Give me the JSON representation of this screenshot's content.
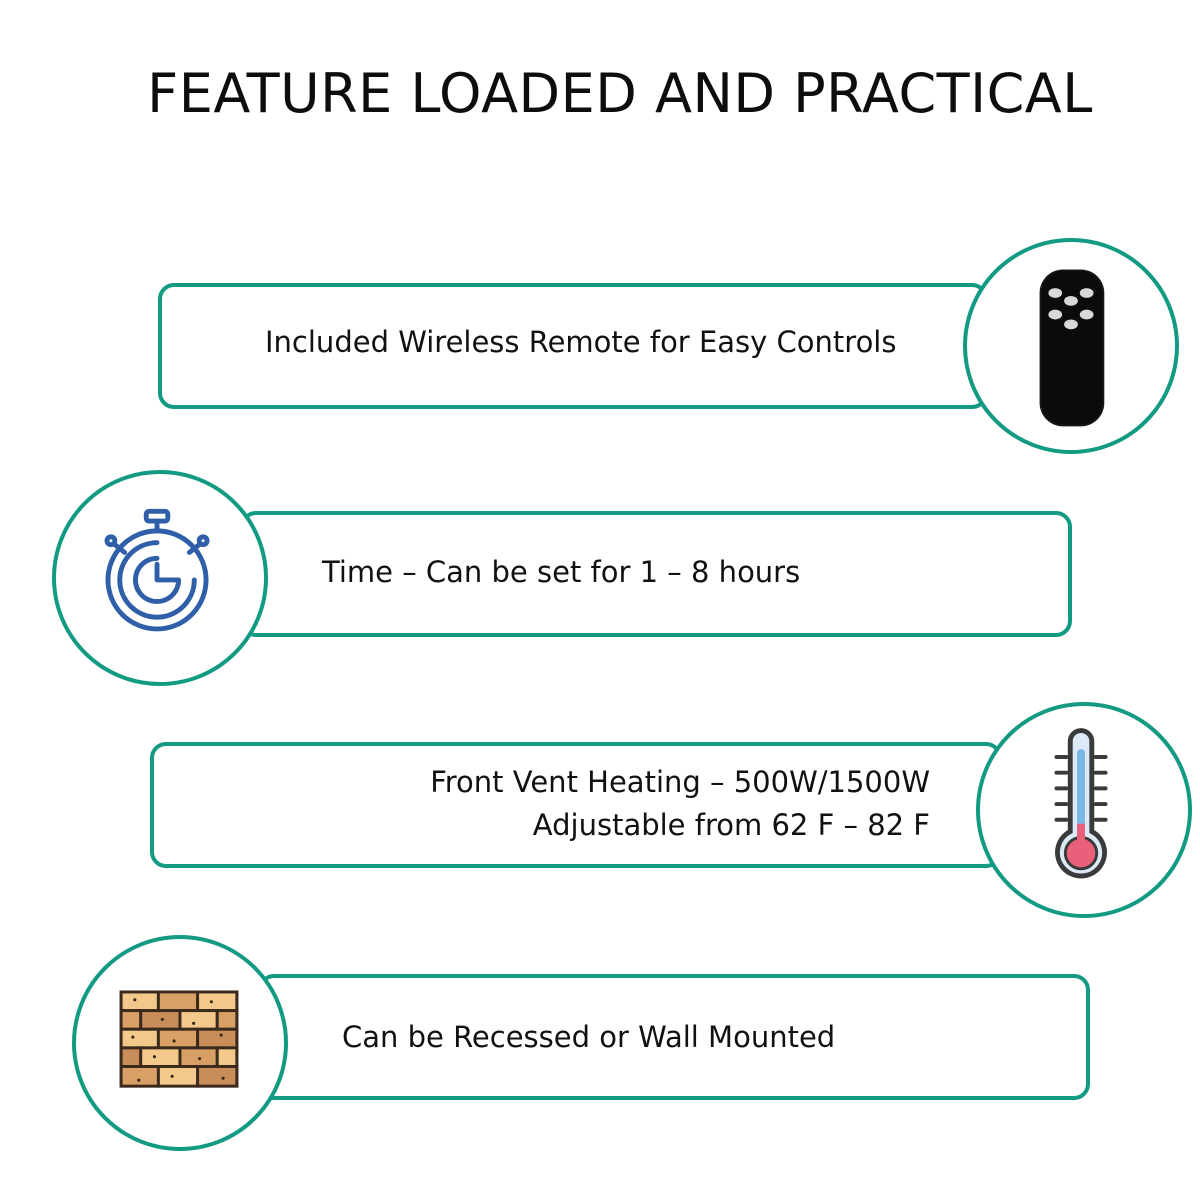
{
  "title": "FEATURE LOADED AND PRACTICAL",
  "features": [
    {
      "text": "Included Wireless Remote for Easy Controls",
      "icon": "remote-control-icon"
    },
    {
      "text": "Time – Can be set for 1 – 8 hours",
      "icon": "stopwatch-icon"
    },
    {
      "line1": "Front Vent Heating – 500W/1500W",
      "line2": "Adjustable from 62 F – 82 F",
      "icon": "thermometer-icon"
    },
    {
      "text": "Can be Recessed or Wall Mounted",
      "icon": "brick-wall-icon"
    }
  ],
  "colors": {
    "accent": "#129a83",
    "text": "#111111",
    "stopwatch": "#2f5fa8",
    "thermometer_bulb": "#e8607a",
    "brick": "#d9a66a"
  }
}
